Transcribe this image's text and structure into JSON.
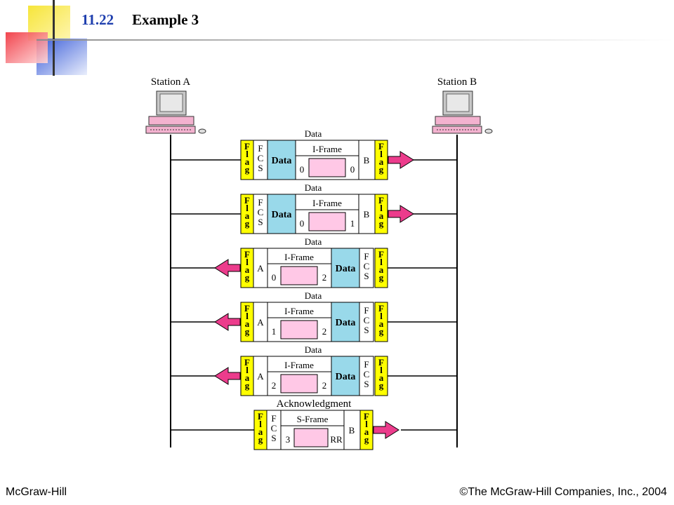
{
  "slide": {
    "number": "11.22",
    "title": "Example 3"
  },
  "footer": {
    "left": "McGraw-Hill",
    "right": "©The McGraw-Hill Companies, Inc., 2004"
  },
  "stations": {
    "a": "Station A",
    "b": "Station B"
  },
  "colors": {
    "flag": "#ffff00",
    "data": "#99d9ea",
    "payload": "#ffc8e6",
    "arrow": "#ec3c8c",
    "title_number": "#1f3fae"
  },
  "frames": [
    {
      "caption": "Data",
      "direction": "A-to-B",
      "kind": "I-Frame",
      "address": "B",
      "fields_left": "0",
      "fields_right": "0",
      "fcs": "FCS",
      "flag": "Flag",
      "data": "Data"
    },
    {
      "caption": "Data",
      "direction": "A-to-B",
      "kind": "I-Frame",
      "address": "B",
      "fields_left": "0",
      "fields_right": "1",
      "fcs": "FCS",
      "flag": "Flag",
      "data": "Data"
    },
    {
      "caption": "Data",
      "direction": "B-to-A",
      "kind": "I-Frame",
      "address": "A",
      "fields_left": "0",
      "fields_right": "2",
      "fcs": "FCS",
      "flag": "Flag",
      "data": "Data"
    },
    {
      "caption": "Data",
      "direction": "B-to-A",
      "kind": "I-Frame",
      "address": "A",
      "fields_left": "1",
      "fields_right": "2",
      "fcs": "FCS",
      "flag": "Flag",
      "data": "Data"
    },
    {
      "caption": "Data",
      "direction": "B-to-A",
      "kind": "I-Frame",
      "address": "A",
      "fields_left": "2",
      "fields_right": "2",
      "fcs": "FCS",
      "flag": "Flag",
      "data": "Data"
    },
    {
      "caption": "Acknowledgment",
      "direction": "A-to-B",
      "kind": "S-Frame",
      "address": "B",
      "fields_left": "3",
      "fields_right": "RR",
      "fcs": "FCS",
      "flag": "Flag"
    }
  ]
}
